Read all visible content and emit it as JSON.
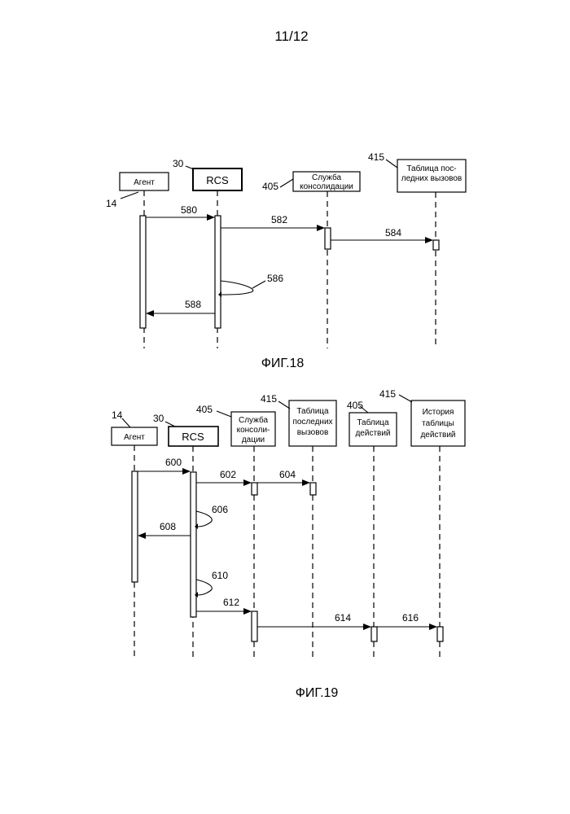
{
  "page_number": "11/12",
  "fig18": {
    "caption": "ФИГ.18",
    "agent": {
      "label": "Агент",
      "ref": "14"
    },
    "rcs": {
      "label": "RCS",
      "ref": "30"
    },
    "consolidation": {
      "line1": "Служба",
      "line2": "консолидации",
      "ref": "405"
    },
    "recent_calls": {
      "line1": "Таблица пос-",
      "line2": "ледних вызовов",
      "ref": "415"
    },
    "messages": {
      "m580": "580",
      "m582": "582",
      "m584": "584",
      "m586": "586",
      "m588": "588"
    }
  },
  "fig19": {
    "caption": "ФИГ.19",
    "agent": {
      "label": "Агент",
      "ref": "14"
    },
    "rcs": {
      "label": "RCS",
      "ref": "30"
    },
    "consolidation": {
      "line1": "Служба",
      "line2": "консоли-",
      "line3": "дации",
      "ref": "405"
    },
    "recent_calls": {
      "line1": "Таблица",
      "line2": "последних",
      "line3": "вызовов",
      "ref": "415"
    },
    "actions": {
      "line1": "Таблица",
      "line2": "действий",
      "ref": "405"
    },
    "actions_history": {
      "line1": "История",
      "line2": "таблицы",
      "line3": "действий",
      "ref": "415"
    },
    "messages": {
      "m600": "600",
      "m602": "602",
      "m604": "604",
      "m606": "606",
      "m608": "608",
      "m610": "610",
      "m612": "612",
      "m614": "614",
      "m616": "616"
    }
  }
}
